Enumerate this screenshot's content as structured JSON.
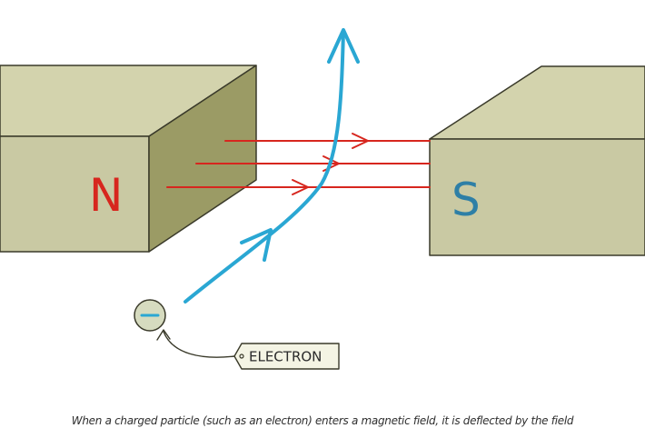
{
  "magnets": {
    "north_label": "N",
    "south_label": "S"
  },
  "particle": {
    "symbol": "−",
    "tag_label": "ELECTRON"
  },
  "caption": "When a charged particle (such as an electron) enters a magnetic field, it is deflected by the field",
  "colors": {
    "magnet_front": "#c9c9a3",
    "magnet_side": "#9b9b65",
    "magnet_top": "#d3d3ad",
    "magnet_edge": "#3a3a2a",
    "field_line": "#d7261e",
    "electron_path": "#2aa7d3",
    "north_letter": "#d7261e",
    "south_letter": "#2e7fa6",
    "electron_fill": "#d6dbbf",
    "tag_fill": "#f4f4e4"
  },
  "icons": {
    "field_arrow": "arrowhead-right",
    "path_arrow": "arrowhead-up"
  }
}
